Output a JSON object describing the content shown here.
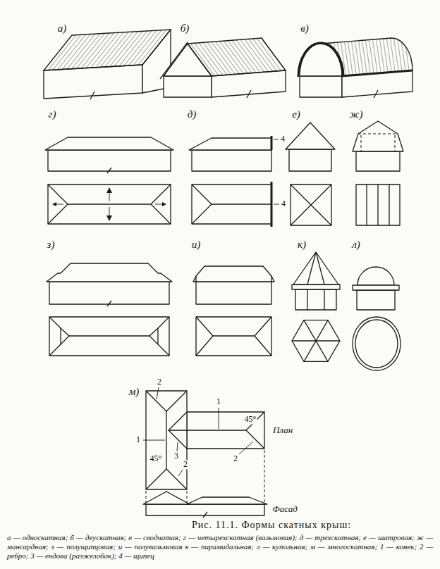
{
  "diagram": {
    "title": "Рис. 11.1. Формы скатных крыш:",
    "caption": "а — односкатная; б — двускатная; в — сводчатая; г — четырехскатная (вальмовая); д — трехскатная; е — шатровая; ж — мансардная; з — полущипцовая; и — полувальмовая к — пирамидальная; л — купольная; м — многоскатная; 1 — конек; 2 — ребро; 3 — ендова (разжелобок); 4 — щипец",
    "labels": [
      "а)",
      "б)",
      "в)",
      "г)",
      "д)",
      "4",
      "4",
      "е)",
      "ж)",
      "з)",
      "и)",
      "к)",
      "л)",
      "м)",
      "2",
      "1",
      "3",
      "2",
      "45°",
      "1",
      "45°",
      "2",
      "План",
      "Фасад"
    ]
  }
}
